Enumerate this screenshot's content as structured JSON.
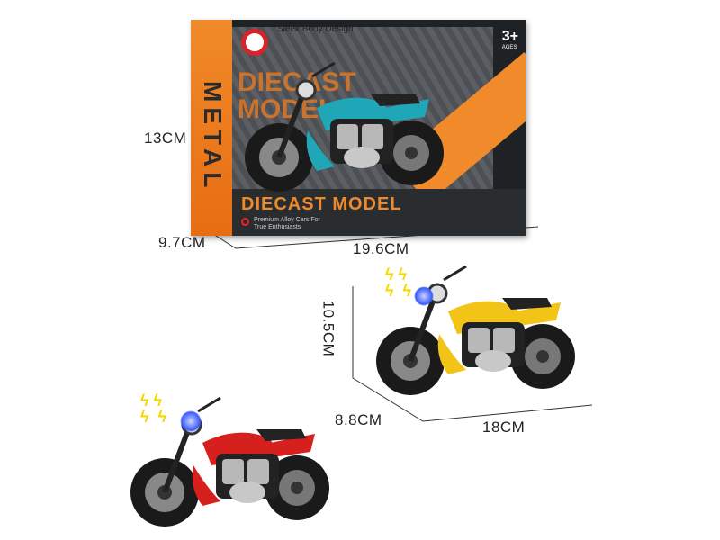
{
  "box": {
    "side_text": "METAL",
    "top_text": "Sleek Body Design",
    "background_word": "DIECAST MODEL",
    "age_label": "3+",
    "age_sub": "AGES",
    "title": "DIECAST MODEL",
    "subtitle_line1": "Premium Alloy Cars For",
    "subtitle_line2": "True Enthusiasts",
    "bike_color": "#1fa7b8"
  },
  "dimensions": {
    "box_height": "13CM",
    "box_depth": "9.7CM",
    "box_width": "19.6CM",
    "bike_height": "10.5CM",
    "bike_depth": "8.8CM",
    "bike_length": "18CM"
  },
  "bikes": [
    {
      "color": "#f2c418"
    },
    {
      "color": "#d6201e"
    }
  ],
  "light_color": "#3a5bff",
  "lightning_color": "#f5d800"
}
